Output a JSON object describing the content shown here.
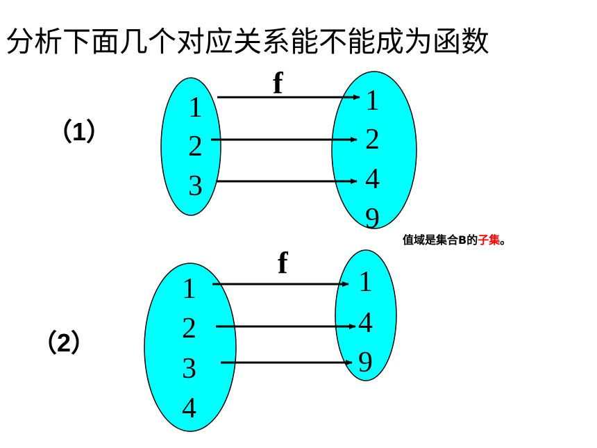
{
  "title": "分析下面几个对应关系能不能成为函数",
  "colors": {
    "set_fill": "#00ffff",
    "note_highlight": "#ff0000"
  },
  "mapping1": {
    "label": "（1）",
    "function_label": "f",
    "domain": [
      "1",
      "2",
      "3"
    ],
    "codomain": [
      "1",
      "2",
      "4",
      "9"
    ],
    "note": {
      "prefix": "值域是集合B的",
      "highlight": "子集",
      "suffix": "。"
    }
  },
  "mapping2": {
    "label": "（2）",
    "function_label": "f",
    "domain": [
      "1",
      "2",
      "3",
      "4"
    ],
    "codomain": [
      "1",
      "4",
      "9"
    ]
  }
}
